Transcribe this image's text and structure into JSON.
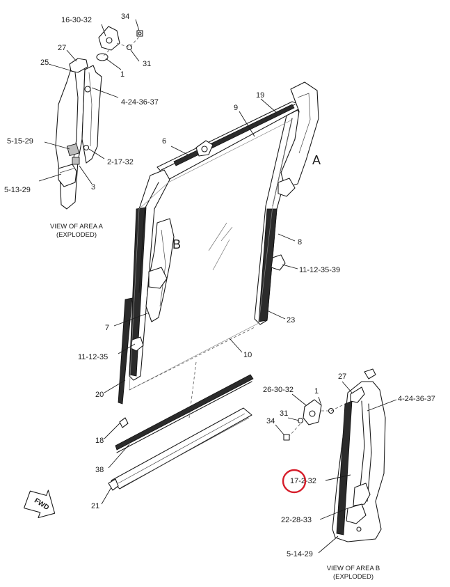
{
  "diagram": {
    "area_labels": {
      "a": "A",
      "b": "B"
    },
    "captions": {
      "area_a_line1": "VIEW OF AREA A",
      "area_a_line2": "(EXPLODED)",
      "area_b_line1": "VIEW OF AREA B",
      "area_b_line2": "(EXPLODED)"
    },
    "fwd_label": "FWD",
    "highlight_color": "#d61d2a",
    "callouts": {
      "c16_30_32": "16-30-32",
      "c34_top": "34",
      "c27_top": "27",
      "c25": "25",
      "c31_top": "31",
      "c1_top": "1",
      "c4_24_36_37_top": "4-24-36-37",
      "c5_15_29": "5-15-29",
      "c2_17_32": "2-17-32",
      "c5_13_29": "5-13-29",
      "c3": "3",
      "c19": "19",
      "c9": "9",
      "c6": "6",
      "c8": "8",
      "c11_12_35_39": "11-12-35-39",
      "c23": "23",
      "c7": "7",
      "c11_12_35": "11-12-35",
      "c10": "10",
      "c20": "20",
      "c18": "18",
      "c38": "38",
      "c21": "21",
      "c26_30_32": "26-30-32",
      "c1_bot": "1",
      "c27_bot": "27",
      "c4_24_36_37_bot": "4-24-36-37",
      "c31_bot": "31",
      "c34_bot": "34",
      "c17_2_32": "17-2-32",
      "c22_28_33": "22-28-33",
      "c5_14_29": "5-14-29"
    }
  }
}
